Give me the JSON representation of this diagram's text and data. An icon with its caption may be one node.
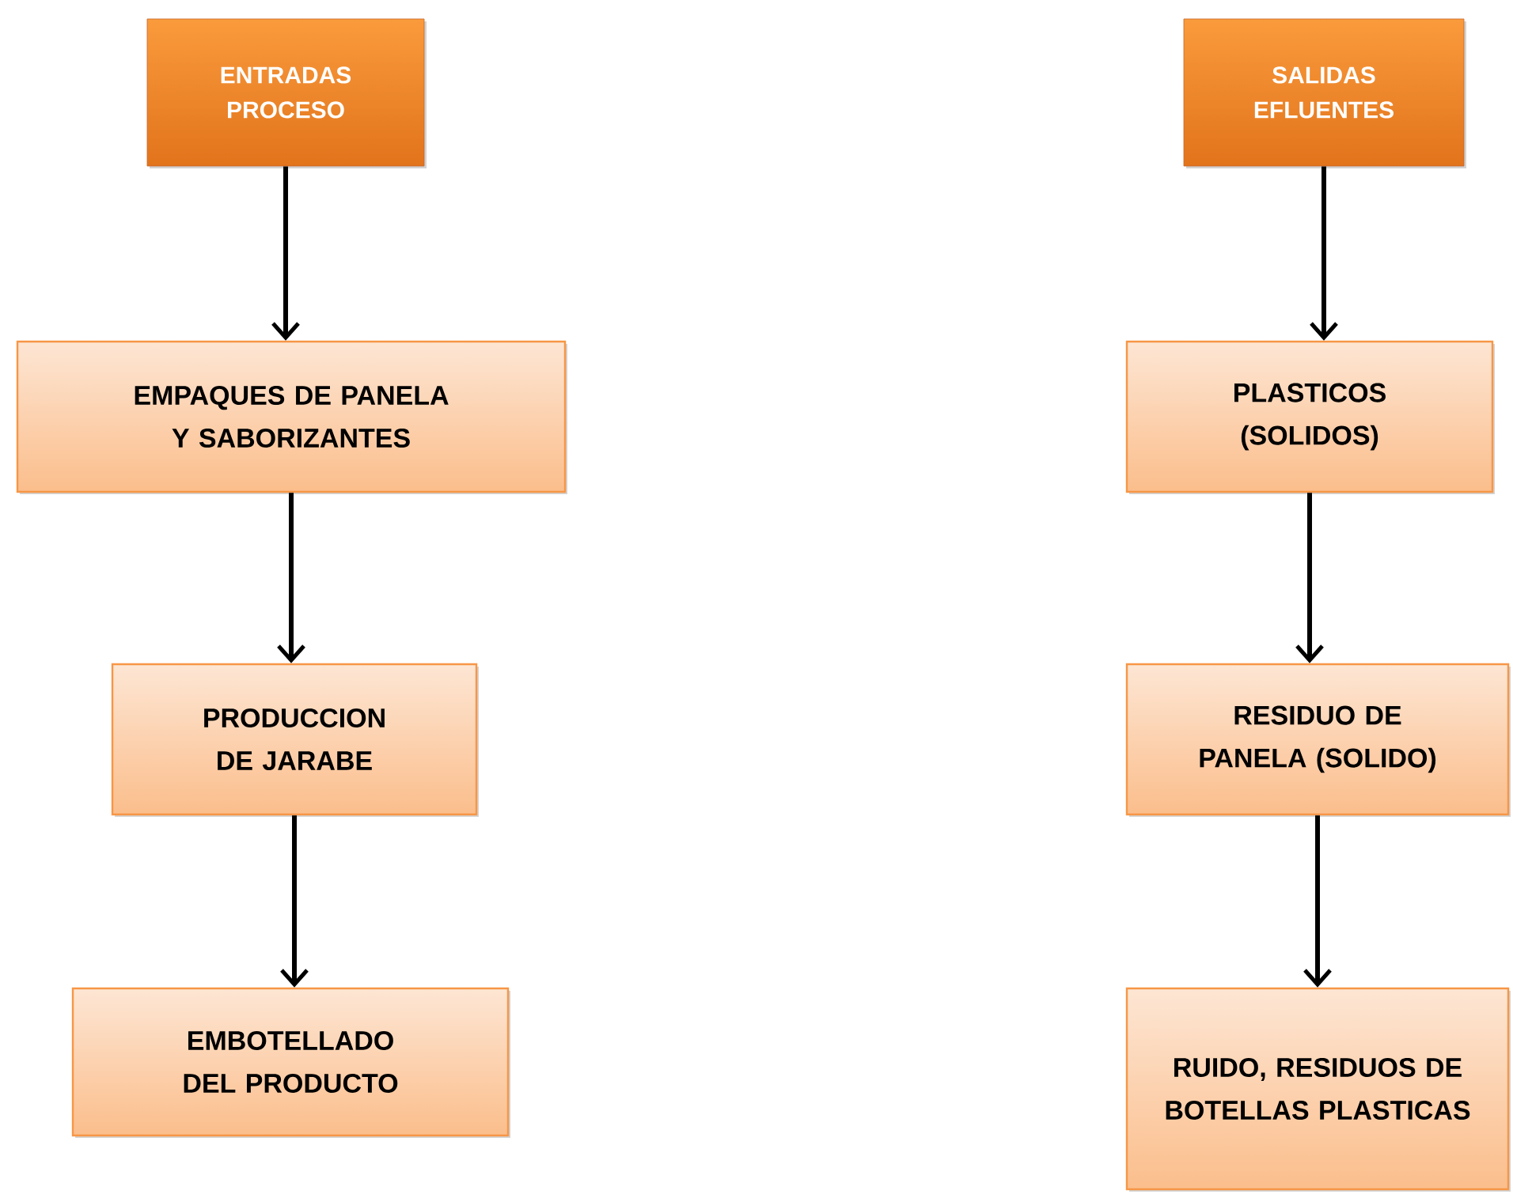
{
  "diagram": {
    "nodes": [
      {
        "text": [
          "ENTRADAS PROCESO"
        ]
      },
      {
        "text": [
          "EMPAQUES DE PANELA Y SABORIZANTES"
        ]
      },
      {
        "text": [
          "PRODUCCION DE JARABE"
        ]
      },
      {
        "text": [
          "EMBOTELLADO DEL PRODUCTO"
        ]
      },
      {
        "text": [
          "SALIDAS EFLUENTES"
        ]
      },
      {
        "text": [
          "PLASTICOS (SOLIDOS)"
        ]
      },
      {
        "text": [
          "RESIDUO DE PANELA (SOLIDO)"
        ]
      },
      {
        "text": [
          "RUIDO, RESIDUOS DE BOTELLAS PLASTICAS"
        ]
      }
    ],
    "edges": [
      {
        "from": 0,
        "to": 1,
        "arrow": "to"
      },
      {
        "from": 1,
        "to": 2,
        "arrow": "to"
      },
      {
        "from": 2,
        "to": 3,
        "arrow": "to"
      },
      {
        "from": 4,
        "to": 5,
        "arrow": "to"
      },
      {
        "from": 5,
        "to": 6,
        "arrow": "to"
      },
      {
        "from": 6,
        "to": 7,
        "arrow": "to"
      }
    ]
  }
}
